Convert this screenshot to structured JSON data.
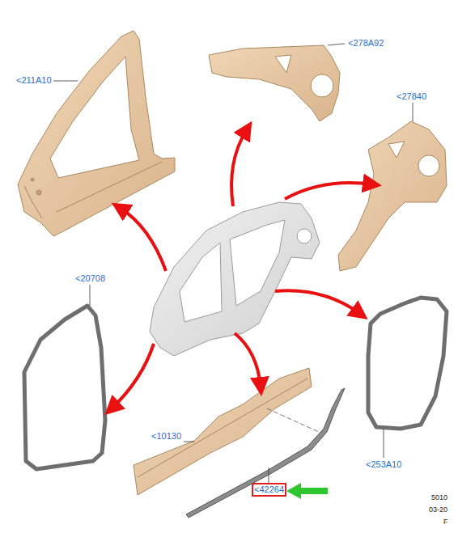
{
  "diagram": {
    "labels": [
      "<211A10",
      "<278A92",
      "<27840",
      "<20708",
      "<10130",
      "<42264",
      "<253A10",
      "5010",
      "03-20",
      "F"
    ]
  }
}
